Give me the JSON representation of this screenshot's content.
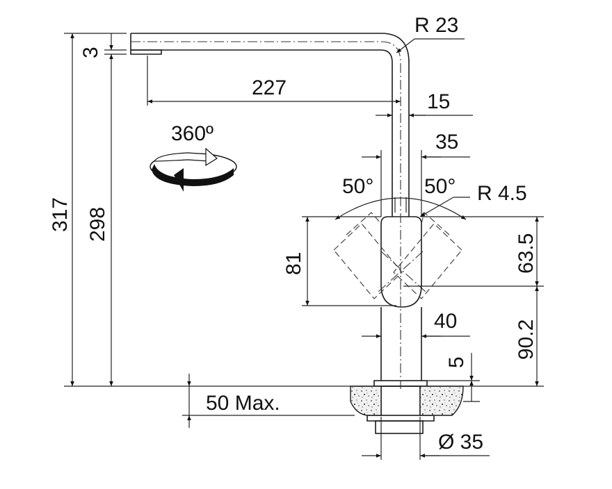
{
  "dimensions": {
    "r23": "R 23",
    "d3": "3",
    "d227": "227",
    "d15": "15",
    "d35": "35",
    "a50_left": "50°",
    "a50_right": "50°",
    "r4_5": "R 4.5",
    "d317": "317",
    "d298": "298",
    "d81": "81",
    "d63_5": "63.5",
    "d40": "40",
    "d90_2": "90.2",
    "d5": "5",
    "d50max": "50 Max.",
    "dia35": "Ø 35",
    "rot360": "360º"
  },
  "colors": {
    "line": "#1a1a1a",
    "counter_fill": "#e8e8e8",
    "arrow_dark": "#111111",
    "arrow_light": "#ffffff"
  },
  "icons": {
    "rotation": "rotation-360-icon"
  }
}
